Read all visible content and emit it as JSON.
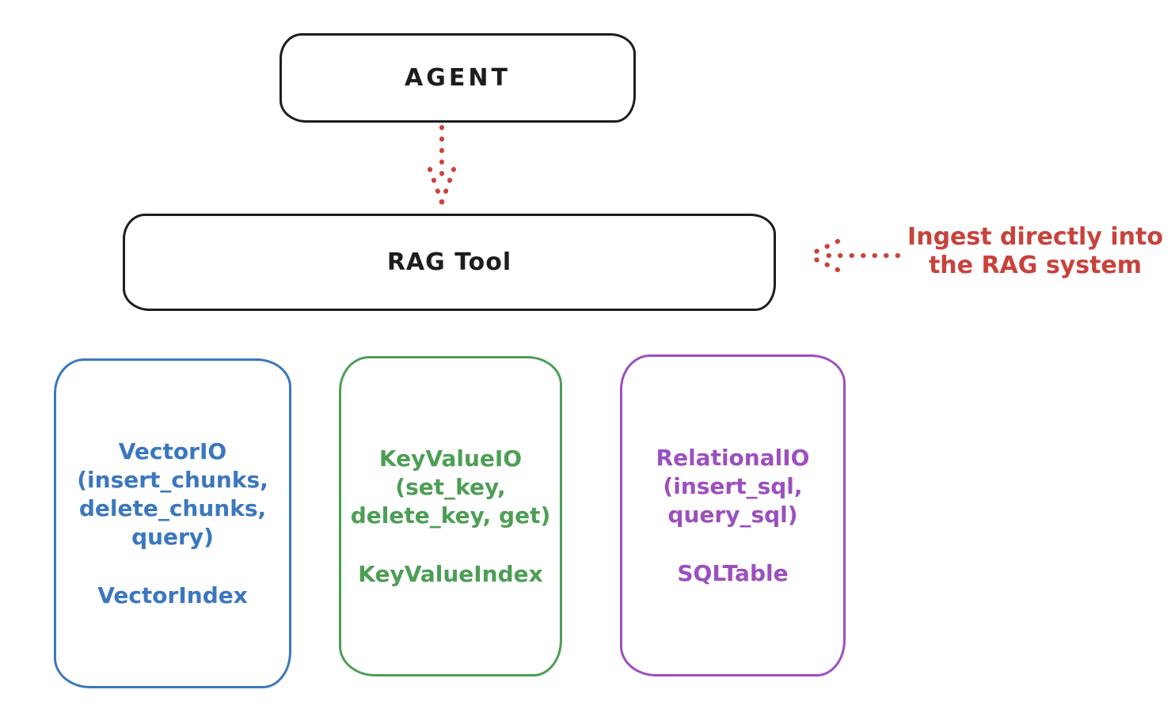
{
  "diagram": {
    "title_hint": "RAG Tool architecture sketch",
    "agent": {
      "label": "AGENT"
    },
    "rag_tool": {
      "label": "RAG Tool"
    },
    "annotation": {
      "line1": "Ingest directly into",
      "line2": "the RAG system"
    },
    "arrows": [
      {
        "name": "agent-to-rag-tool",
        "style": "dotted",
        "direction": "down",
        "color": "#cb423c"
      },
      {
        "name": "annotation-to-rag-tool",
        "style": "dotted",
        "direction": "left",
        "color": "#cb423c"
      }
    ],
    "backends": [
      {
        "name": "VectorIO",
        "methods_line1": "(insert_chunks,",
        "methods_line2": "delete_chunks,",
        "methods_line3": "query)",
        "index": "VectorIndex",
        "color": "#3b77be"
      },
      {
        "name": "KeyValueIO",
        "methods_line1": "(set_key,",
        "methods_line2": "delete_key, get)",
        "index": "KeyValueIndex",
        "color": "#4d9e55"
      },
      {
        "name": "RelationalIO",
        "methods_line1": "(insert_sql,",
        "methods_line2": "query_sql)",
        "index": "SQLTable",
        "color": "#9c4fbe"
      }
    ],
    "colors": {
      "stroke_black": "#1d1d1d",
      "red": "#cb423c",
      "blue": "#3b77be",
      "green": "#4d9e55",
      "purple": "#9c4fbe",
      "background": "#ffffff"
    }
  }
}
